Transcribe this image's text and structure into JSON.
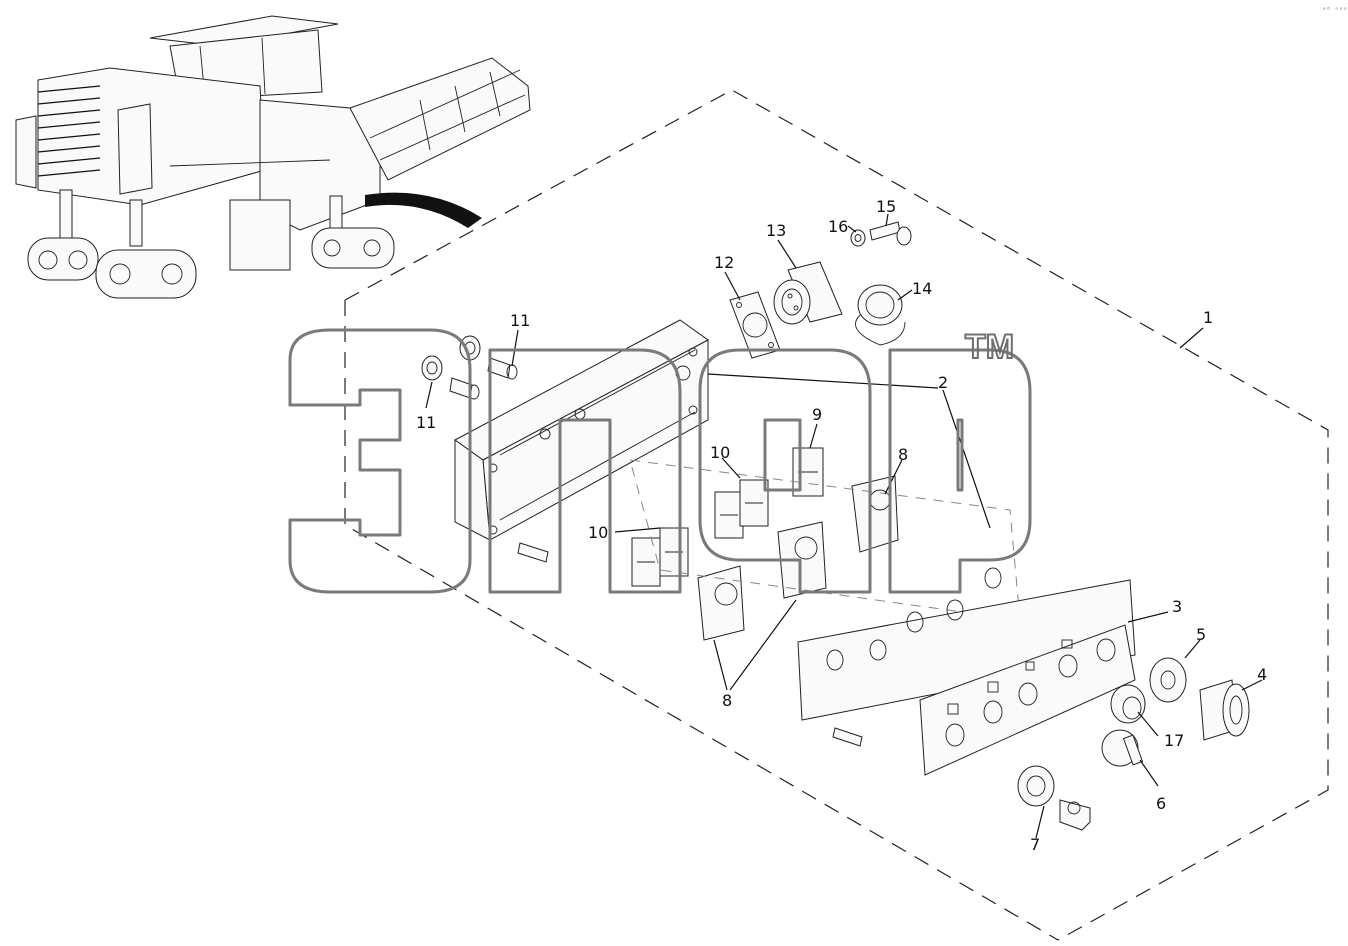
{
  "corner_code": "ᵃ⁰ ᵒᵒᵒ",
  "watermark": {
    "tm": "TM"
  },
  "callouts": [
    "1",
    "2",
    "3",
    "4",
    "5",
    "6",
    "7",
    "8",
    "9",
    "10",
    "11",
    "12",
    "13",
    "14",
    "15",
    "16",
    "17"
  ],
  "labels": {
    "l1": "1",
    "l2": "2",
    "l3": "3",
    "l4": "4",
    "l5": "5",
    "l6": "6",
    "l7": "7",
    "l8a": "8",
    "l8b": "8",
    "l9": "9",
    "l10a": "10",
    "l10b": "10",
    "l11a": "11",
    "l11b": "11",
    "l12": "12",
    "l13": "13",
    "l14": "14",
    "l15": "15",
    "l16": "16",
    "l17": "17"
  }
}
